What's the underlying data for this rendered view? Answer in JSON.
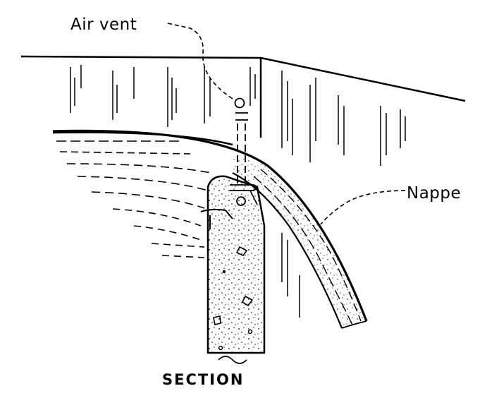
{
  "labels": {
    "air_vent": "Air vent",
    "nappe": "Nappe",
    "section": "SECTION"
  }
}
